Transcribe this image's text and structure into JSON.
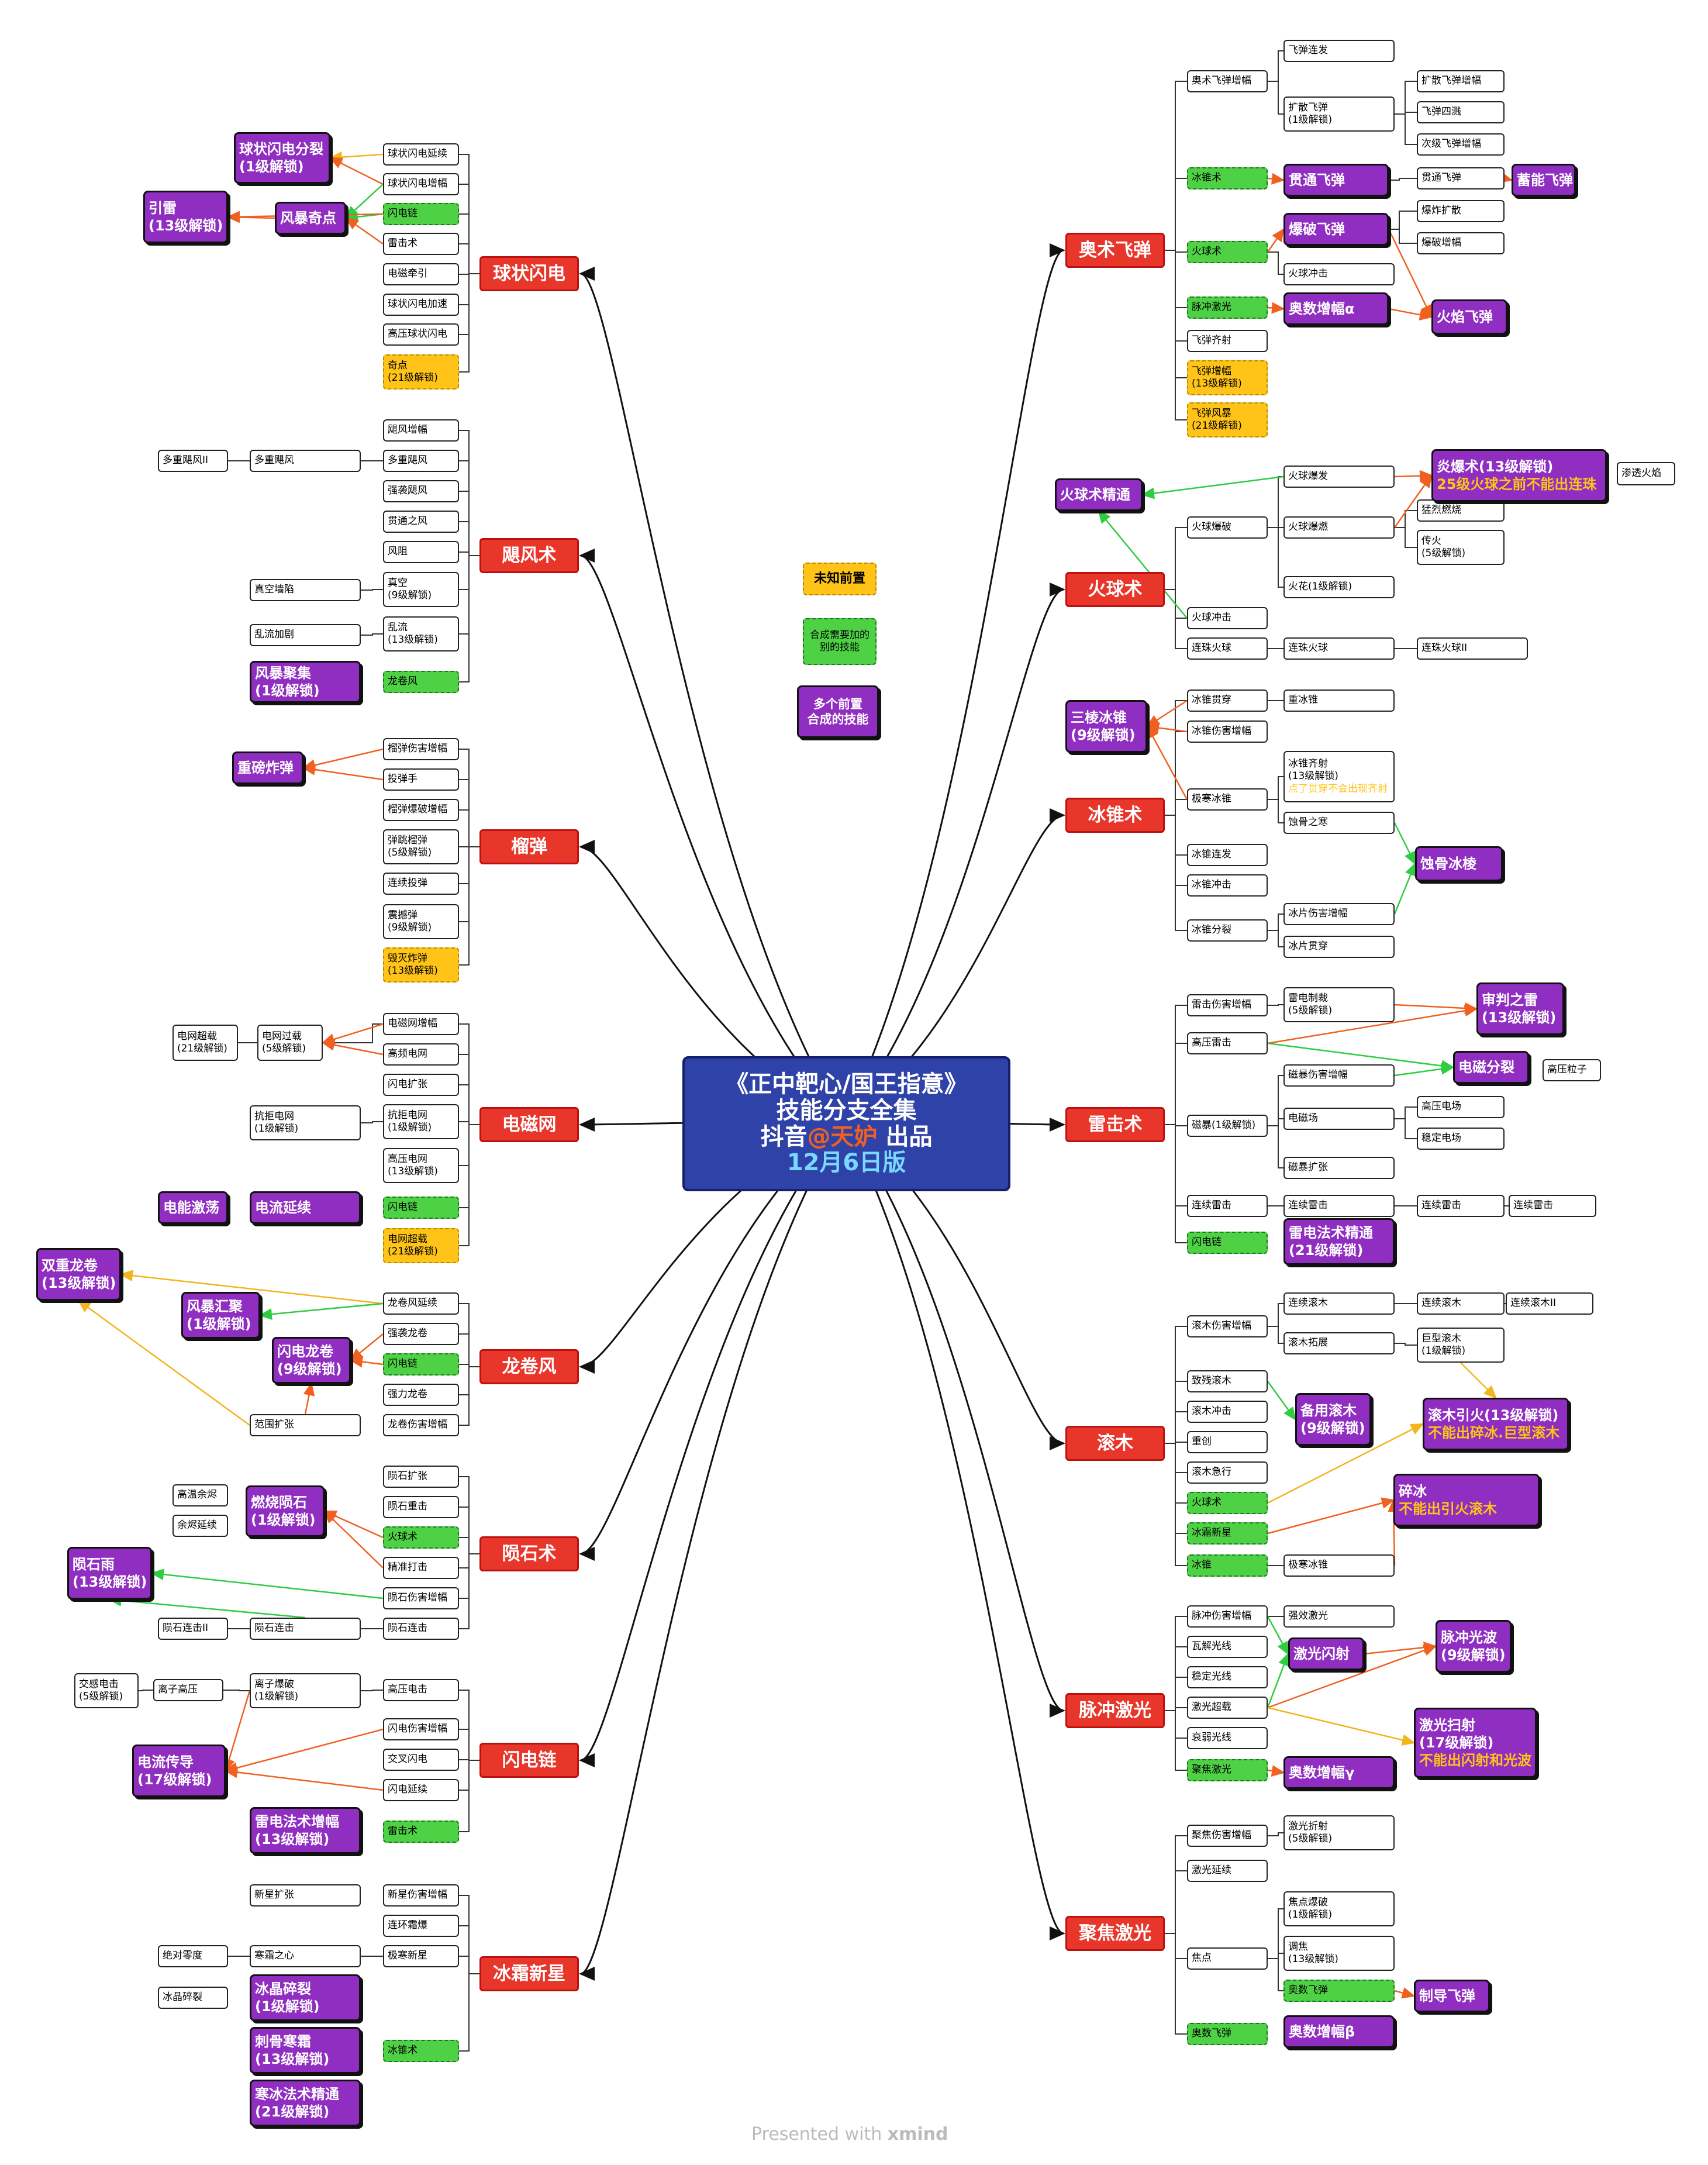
{
  "center": {
    "line1": "《正中靶心/国王指意》",
    "line2": "技能分支全集",
    "line3_a": "抖音",
    "line3_b": "@天妒",
    "line3_c": " 出品",
    "line4": "12月6日版"
  },
  "footer": {
    "prefix": "Presented with ",
    "brand": "xmind"
  },
  "legend": [
    "未知前置",
    "合成需要加的\n别的技能",
    "多个前置\n合成的技能"
  ],
  "colors": {
    "red": "#e8362b",
    "purple": "#8f2ec0",
    "green": "#4fd146",
    "yellow": "#ffc417",
    "center": "#2f42a8",
    "orange_arrow": "#f06020",
    "green_arrow": "#2ecc40",
    "yellow_arrow": "#f2b51c"
  },
  "nodes": {
    "L1": "球状闪电",
    "L1a": "球状闪电延续",
    "L1b": "球状闪电增幅",
    "L1c": "闪电链",
    "L1d": "雷击术",
    "L1e": "电磁牵引",
    "L1f": "球状闪电加速",
    "L1g": "高压球状闪电",
    "L1h": "奇点\n(21级解锁)",
    "L1p1": "球状闪电分裂\n(1级解锁)",
    "L1p2": "风暴奇点",
    "L1p3": "引雷\n(13级解锁)",
    "L2": "飓风术",
    "L2a": "飓风增幅",
    "L2b": "多重飓风",
    "L2c": "强袭飓风",
    "L2d": "贯通之风",
    "L2e": "风阻",
    "L2f": "真空\n(9级解锁)",
    "L2g": "乱流\n(13级解锁)",
    "L2h": "龙卷风",
    "L2x1": "多重飓风",
    "L2x2": "多重飓风II",
    "L2x3": "真空墙陷",
    "L2x4": "乱流加剧",
    "L2p1": "风暴聚集\n(1级解锁)",
    "L3": "榴弹",
    "L3a": "榴弹伤害增幅",
    "L3b": "投弹手",
    "L3c": "榴弹爆破增幅",
    "L3d": "弹跳榴弹\n(5级解锁)",
    "L3e": "连续投弹",
    "L3f": "震撼弹\n(9级解锁)",
    "L3g": "毁灭炸弹\n(13级解锁)",
    "L3p1": "重磅炸弹",
    "L4": "电磁网",
    "L4a": "电磁网增幅",
    "L4b": "高频电网",
    "L4c": "闪电扩张",
    "L4d": "抗拒电网\n(1级解锁)",
    "L4e": "高压电网\n(13级解锁)",
    "L4f": "闪电链",
    "L4g": "电网超载\n(21级解锁)",
    "L4x1": "电网过载\n(5级解锁)",
    "L4x2": "电网超载\n(21级解锁)",
    "L4x3": "抗拒电网\n(1级解锁)",
    "L4p1": "电流延续",
    "L4p2": "电能激荡",
    "L5": "龙卷风",
    "L5a": "龙卷风延续",
    "L5b": "强袭龙卷",
    "L5c": "闪电链",
    "L5d": "强力龙卷",
    "L5e": "龙卷伤害增幅",
    "L5x1": "范围扩张",
    "L5p1": "双重龙卷\n(13级解锁)",
    "L5p2": "风暴汇聚\n(1级解锁)",
    "L5p3": "闪电龙卷\n(9级解锁)",
    "L6": "陨石术",
    "L6a": "陨石扩张",
    "L6b": "陨石重击",
    "L6c": "火球术",
    "L6d": "精准打击",
    "L6e": "陨石伤害增幅",
    "L6f": "陨石连击",
    "L6x1": "高温余烬",
    "L6x2": "余烬延续",
    "L6x3": "陨石连击",
    "L6x4": "陨石连击II",
    "L6p1": "燃烧陨石\n(1级解锁)",
    "L6p2": "陨石雨\n(13级解锁)",
    "L7": "闪电链",
    "L7a": "高压电击",
    "L7b": "闪电伤害增幅",
    "L7c": "交叉闪电",
    "L7d": "闪电延续",
    "L7e": "雷击术",
    "L7x1": "离子爆破\n(1级解锁)",
    "L7x2": "离子高压",
    "L7x3": "交感电击\n(5级解锁)",
    "L7p1": "电流传导\n(17级解锁)",
    "L7p2": "雷电法术增幅\n(13级解锁)",
    "L8": "冰霜新星",
    "L8a": "新星伤害增幅",
    "L8b": "连环霜爆",
    "L8c": "极寒新星",
    "L8d": "冰锥术",
    "L8x1": "新星扩张",
    "L8x2": "寒霜之心",
    "L8x3": "绝对零度",
    "L8x4": "冰晶碎裂",
    "L8p1": "冰晶碎裂\n(1级解锁)",
    "L8p2": "刺骨寒霜\n(13级解锁)",
    "L8p3": "寒冰法术精通\n(21级解锁)",
    "R1": "奥术飞弹",
    "R1a": "奥术飞弹增幅",
    "R1b": "冰锥术",
    "R1c": "火球术",
    "R1d": "脉冲激光",
    "R1e": "飞弹齐射",
    "R1f": "飞弹增幅\n(13级解锁)",
    "R1g": "飞弹风暴\n(21级解锁)",
    "R1x1": "飞弹连发",
    "R1x2": "扩散飞弹\n(1级解锁)",
    "R1x3": "扩散飞弹增幅",
    "R1x4": "飞弹四溅",
    "R1x5": "次级飞弹增幅",
    "R1x6": "贯通飞弹",
    "R1x7": "爆炸扩散",
    "R1x8": "爆破增幅",
    "R1x9": "火球冲击",
    "R1p1": "贯通飞弹",
    "R1p2": "蓄能飞弹",
    "R1p3": "爆破飞弹",
    "R1p4": "奥数增幅α",
    "R1p5": "火焰飞弹",
    "R2": "火球术",
    "R2a": "火球爆破",
    "R2b": "火球冲击",
    "R2c": "连珠火球",
    "R2x1": "火球爆发",
    "R2x2": "火球爆燃",
    "R2x3": "猛烈燃烧",
    "R2x4": "传火\n(5级解锁)",
    "R2x5": "火花(1级解锁)",
    "R2x6": "连珠火球",
    "R2x7": "连珠火球II",
    "R2x8": "渗透火焰",
    "R2p1": "火球术精通",
    "R2p2": "炎爆术(13级解锁)",
    "R2p2s": "25级火球之前不能出连珠",
    "R3": "冰锥术",
    "R3a": "冰锥贯穿",
    "R3b": "冰锥伤害增幅",
    "R3c": "极寒冰锥",
    "R3d": "冰锥连发",
    "R3e": "冰锥冲击",
    "R3f": "冰锥分裂",
    "R3x1": "重冰锥",
    "R3x2": "冰锥齐射\n(13级解锁)",
    "R3x2s": "点了贯穿不会出现齐射",
    "R3x3": "蚀骨之寒",
    "R3x4": "冰片伤害增幅",
    "R3x5": "冰片贯穿",
    "R3p1": "三棱冰锥\n(9级解锁)",
    "R3p2": "蚀骨冰棱",
    "R4": "雷击术",
    "R4a": "雷击伤害增幅",
    "R4b": "高压雷击",
    "R4c": "磁暴(1级解锁)",
    "R4d": "连续雷击",
    "R4e": "闪电链",
    "R4x1": "雷电制裁\n(5级解锁)",
    "R4x2": "磁暴伤害增幅",
    "R4x3": "电磁场",
    "R4x4": "高压电场",
    "R4x5": "稳定电场",
    "R4x6": "磁暴扩张",
    "R4x7": "连续雷击",
    "R4x8": "连续雷击",
    "R4x9": "连续雷击",
    "R4x10": "高压粒子",
    "R4p1": "审判之雷\n(13级解锁)",
    "R4p2": "电磁分裂",
    "R4p3": "雷电法术精通\n(21级解锁)",
    "R5": "滚木",
    "R5a": "滚木伤害增幅",
    "R5b": "致残滚木",
    "R5c": "滚木冲击",
    "R5d": "重创",
    "R5e": "滚木急行",
    "R5f": "火球术",
    "R5g": "冰霜新星",
    "R5h": "冰锥",
    "R5x1": "连续滚木",
    "R5x2": "连续滚木",
    "R5x3": "连续滚木II",
    "R5x4": "滚木拓展",
    "R5x5": "巨型滚木\n(1级解锁)",
    "R5x6": "极寒冰锥",
    "R5p1": "备用滚木\n(9级解锁)",
    "R5p2": "滚木引火(13级解锁)",
    "R5p2s": "不能出碎冰.巨型滚木",
    "R5p3": "碎冰",
    "R5p3s": "不能出引火滚木",
    "R6": "脉冲激光",
    "R6a": "脉冲伤害增幅",
    "R6b": "瓦解光线",
    "R6c": "稳定光线",
    "R6d": "激光超载",
    "R6e": "衰弱光线",
    "R6f": "聚焦激光",
    "R6x1": "强效激光",
    "R6p1": "激光闪射",
    "R6p2": "脉冲光波\n(9级解锁)",
    "R6p3": "激光扫射\n(17级解锁)",
    "R6p3s": "不能出闪射和光波",
    "R6p4": "奥数增幅γ",
    "R7": "聚焦激光",
    "R7a": "聚焦伤害增幅",
    "R7b": "激光延续",
    "R7c": "焦点",
    "R7d": "奥数飞弹",
    "R7x1": "激光折射\n(5级解锁)",
    "R7x2": "焦点爆破\n(1级解锁)",
    "R7x3": "调焦\n(13级解锁)",
    "R7x4": "奥数飞弹",
    "R7p1": "制导飞弹",
    "R7p2": "奥数增幅β"
  }
}
